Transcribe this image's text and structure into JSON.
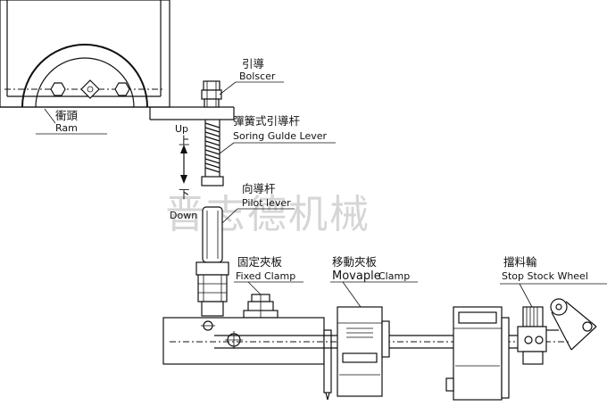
{
  "watermark": "晋志德机械",
  "labels": {
    "pilot_zh": "引導",
    "pilot_en": "Bolscer",
    "ram_zh": "衝頭",
    "ram_en": "Ram",
    "spring_zh": "彈簧式引導杆",
    "spring_en": "Soring Gulde Lever",
    "up_en": "Up",
    "up_zh": "上",
    "down_zh": "下",
    "down_en": "Down",
    "lever_zh": "向導杆",
    "lever_en": "Pilot lever",
    "fixed_zh": "固定夾板",
    "fixed_en": "Fixed Clamp",
    "movable_zh": "移動夾板",
    "movable_en_a": "Movaple",
    "movable_en_b": " Clamp",
    "stop_zh": "擋料輪",
    "stop_en": "Stop Stock Wheel"
  }
}
